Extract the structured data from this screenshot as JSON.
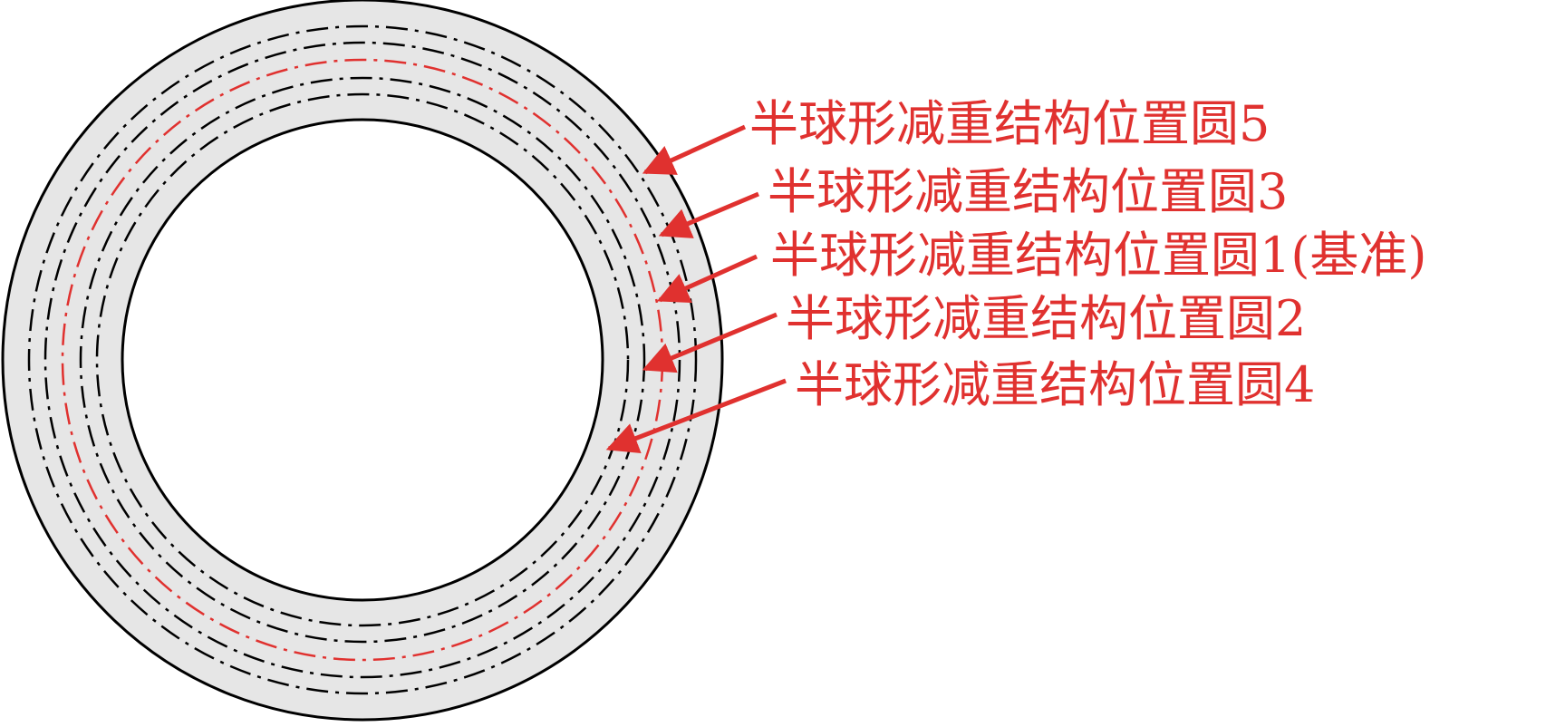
{
  "colors": {
    "annotation": "#e0312f",
    "ring_fill": "#e6e6e6",
    "outline": "#000000",
    "background": "#ffffff"
  },
  "labels": [
    {
      "text": "半球形减重结构位置圆5"
    },
    {
      "text": "半球形减重结构位置圆3"
    },
    {
      "text": "半球形减重结构位置圆1(基准)"
    },
    {
      "text": "半球形减重结构位置圆2"
    },
    {
      "text": "半球形减重结构位置圆4"
    }
  ]
}
